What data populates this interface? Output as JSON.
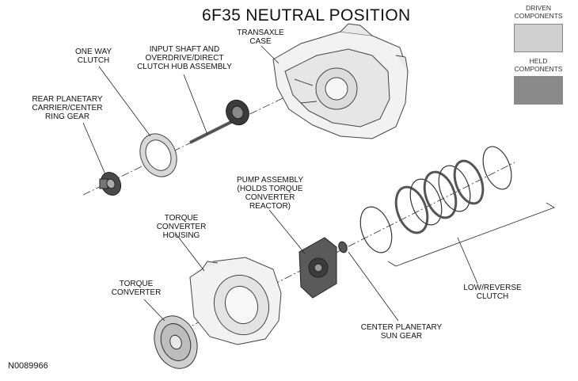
{
  "title": "6F35 NEUTRAL POSITION",
  "legend": {
    "driven": {
      "label_lines": [
        "DRIVEN",
        "COMPONENTS"
      ],
      "color": "#cfcfcf"
    },
    "held": {
      "label_lines": [
        "HELD",
        "COMPONENTS"
      ],
      "color": "#8a8a8a"
    }
  },
  "labels": {
    "one_way_clutch": [
      "ONE WAY",
      "CLUTCH"
    ],
    "input_shaft": [
      "INPUT SHAFT AND",
      "OVERDRIVE/DIRECT",
      "CLUTCH HUB ASSEMBLY"
    ],
    "transaxle_case": [
      "TRANSAXLE",
      "CASE"
    ],
    "rear_planetary": [
      "REAR PLANETARY",
      "CARRIER/CENTER",
      "RING GEAR"
    ],
    "pump_assembly": [
      "PUMP ASSEMBLY",
      "(HOLDS TORQUE",
      "CONVERTER",
      "REACTOR)"
    ],
    "torque_converter_housing": [
      "TORQUE",
      "CONVERTER",
      "HOUSING"
    ],
    "torque_converter": [
      "TORQUE",
      "CONVERTER"
    ],
    "low_reverse_clutch": [
      "LOW/REVERSE",
      "CLUTCH"
    ],
    "center_planetary": [
      "CENTER PLANETARY",
      "SUN GEAR"
    ]
  },
  "figure_id": "N0089966"
}
